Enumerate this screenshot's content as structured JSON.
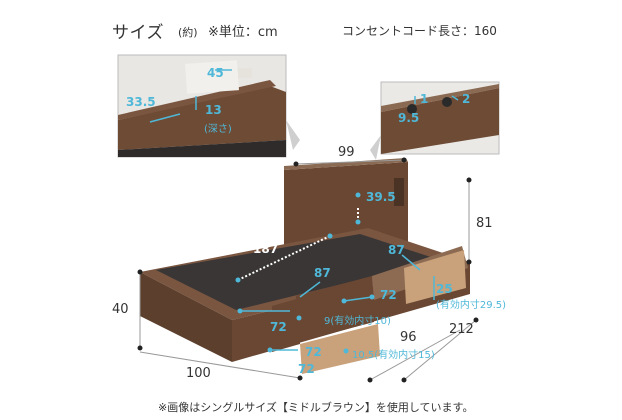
{
  "header": {
    "title": "サイズ",
    "approx": "(約)",
    "unit": "※単位：cm",
    "cord": "コンセントコード長さ：160"
  },
  "footer": {
    "note": "※画像はシングルサイズ【ミドルブラウン】を使用しています。"
  },
  "colors": {
    "accent": "#4fb8d8",
    "wood": "#6b4a34",
    "mattress": "#3a3636"
  },
  "dimensions": {
    "total_width": "99",
    "headboard_height": "39.5",
    "total_height": "81",
    "inner_length": "187",
    "drawer_depth": "87",
    "drawer_depth_2": "87",
    "drawer_height": "25",
    "drawer_inner_height": "(有効内寸29.5)",
    "shelf_height": "40",
    "total_length": "212",
    "side_width": "100",
    "drawer_width_a": "72",
    "drawer_width_b": "72",
    "drawer_width_c": "72",
    "drawer_width_d": "72",
    "drawer_gap": "96",
    "drawer_open_a": "9(有効内寸10)",
    "drawer_open_b": "10.5(有効内寸15)"
  },
  "inset_left": {
    "d1": "45",
    "d2": "33.5",
    "d3": "13",
    "d3_note": "(深さ)"
  },
  "inset_right": {
    "d1": "1",
    "d2": "2",
    "d3": "9.5"
  }
}
